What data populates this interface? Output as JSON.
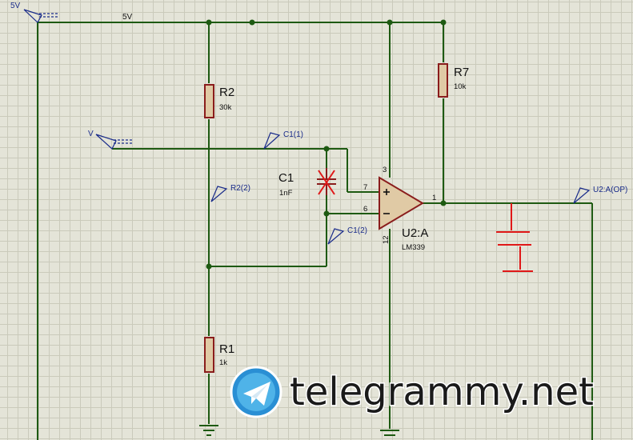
{
  "terminals": {
    "supply": "5V",
    "input": "V",
    "c1_p1": "C1(1)",
    "c1_p2": "C1(2)",
    "r2_p2": "R2(2)",
    "output": "U2:A(OP)"
  },
  "net_label_5v": "5V",
  "components": {
    "r2": {
      "ref": "R2",
      "value": "30k"
    },
    "r7": {
      "ref": "R7",
      "value": "10k"
    },
    "r1": {
      "ref": "R1",
      "value": "1k"
    },
    "c1": {
      "ref": "C1",
      "value": "1nF"
    },
    "u2": {
      "ref": "U2:A",
      "value": "LM339"
    }
  },
  "pins": {
    "vcc": "3",
    "noninv": "7",
    "inv": "6",
    "out": "1",
    "gnd": "12",
    "plus": "+",
    "minus": "−"
  },
  "watermark": "telegrammy.net",
  "colors": {
    "wire": "#1e5a12",
    "component_outline": "#8a1c1c",
    "component_fill": "#e0caa5",
    "terminal": "#1a2c8a",
    "annotation": "#e01818",
    "grid": "#cacabb",
    "background": "#e4e4d8"
  }
}
